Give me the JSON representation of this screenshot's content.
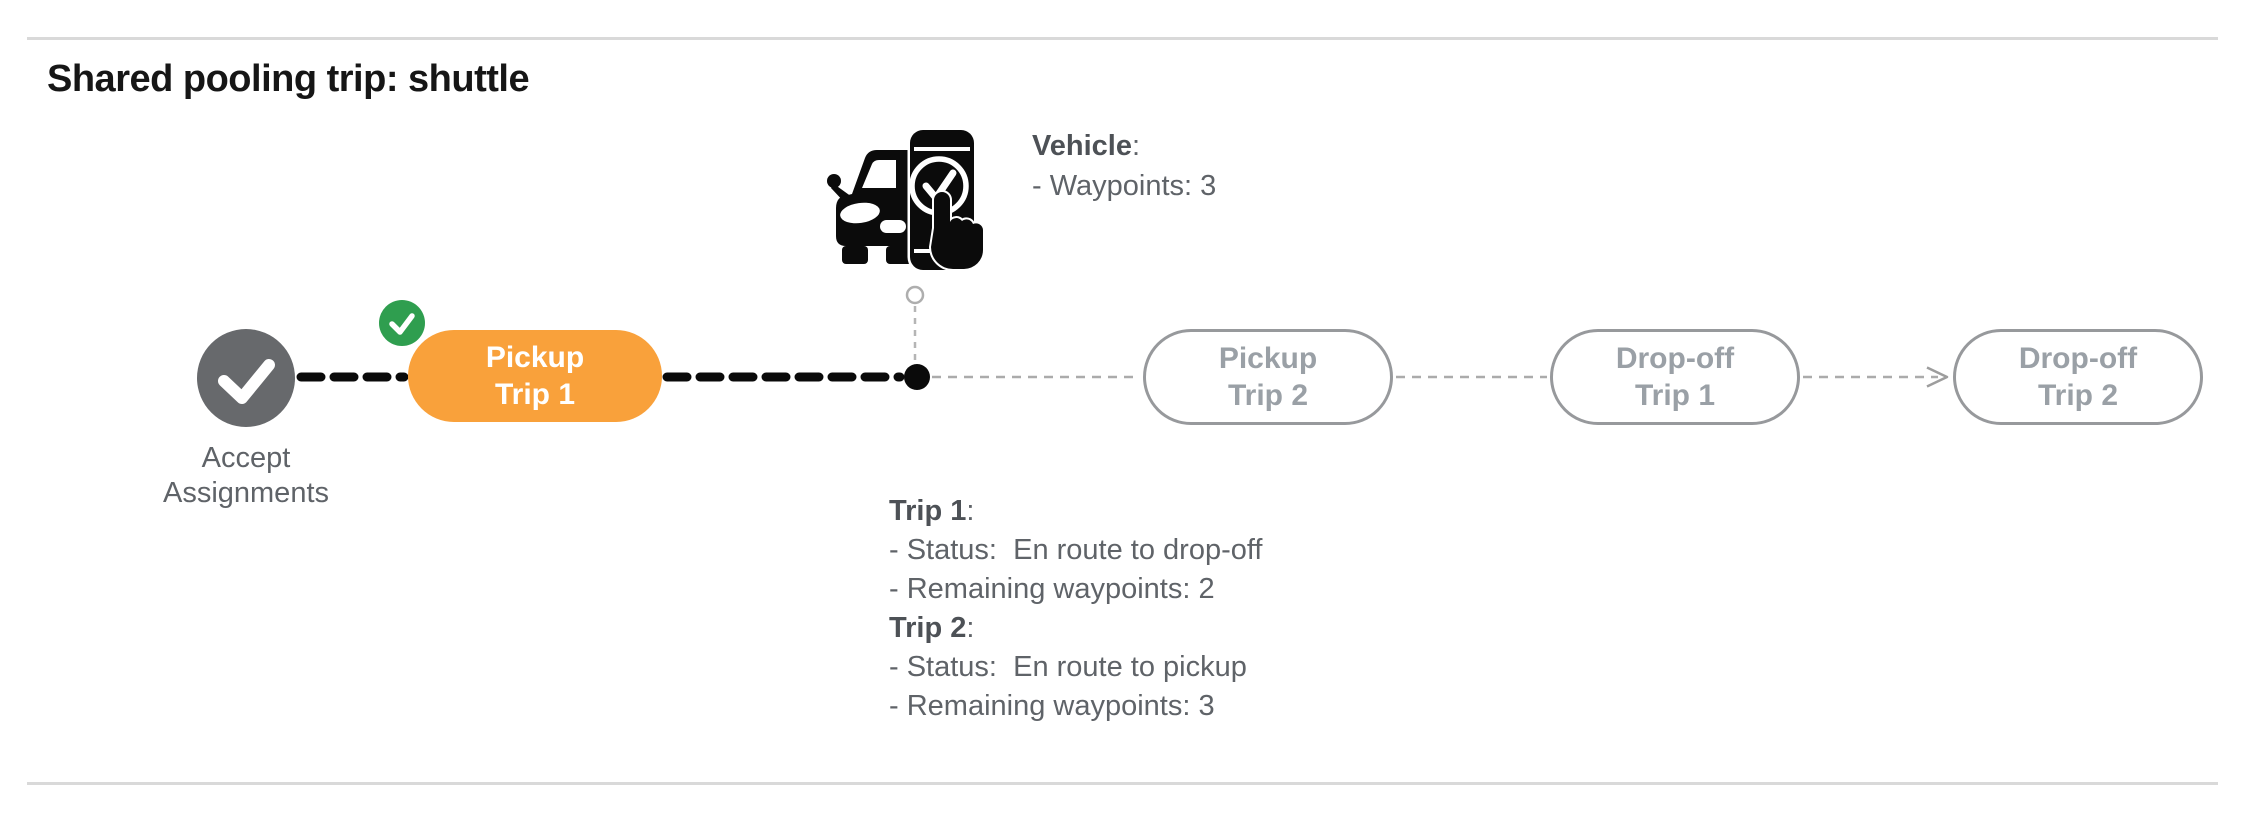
{
  "header": {
    "title": "Shared pooling trip: shuttle"
  },
  "timeline": {
    "accept": {
      "label_line1": "Accept",
      "label_line2": "Assignments"
    },
    "nodes": [
      {
        "id": "pickup-trip-1",
        "line1": "Pickup",
        "line2": "Trip 1",
        "state": "active-completed"
      },
      {
        "id": "pickup-trip-2",
        "line1": "Pickup",
        "line2": "Trip 2",
        "state": "pending"
      },
      {
        "id": "dropoff-trip-1",
        "line1": "Drop-off",
        "line2": "Trip 1",
        "state": "pending"
      },
      {
        "id": "dropoff-trip-2",
        "line1": "Drop-off",
        "line2": "Trip 2",
        "state": "pending"
      }
    ],
    "icons": {
      "accept_check": "check-icon",
      "completed_badge": "check-badge-icon",
      "vehicle": "vehicle-phone-confirm-icon"
    }
  },
  "vehicle_info": {
    "heading": "Vehicle",
    "colon": ":",
    "waypoints_line": "- Waypoints: 3"
  },
  "trip_info": {
    "colon": ":",
    "trip1_heading": "Trip 1",
    "trip1_status_line": "- Status:  En route to drop-off",
    "trip1_waypoints_line": "- Remaining waypoints: 2",
    "trip2_heading": "Trip 2",
    "trip2_status_line": "- Status:  En route to pickup",
    "trip2_waypoints_line": "- Remaining waypoints: 3"
  },
  "colors": {
    "accent_orange": "#F9A13B",
    "success_green": "#2F9E4F",
    "completed_node_gray": "#67696C",
    "pending_outline_gray": "#97999C",
    "pending_text_gray": "#9AA0A6",
    "body_text_gray": "#5F6368",
    "connector_black": "#0A0A0A",
    "connector_light_gray": "#ABABAB",
    "divider_gray": "#D9D9D9"
  }
}
